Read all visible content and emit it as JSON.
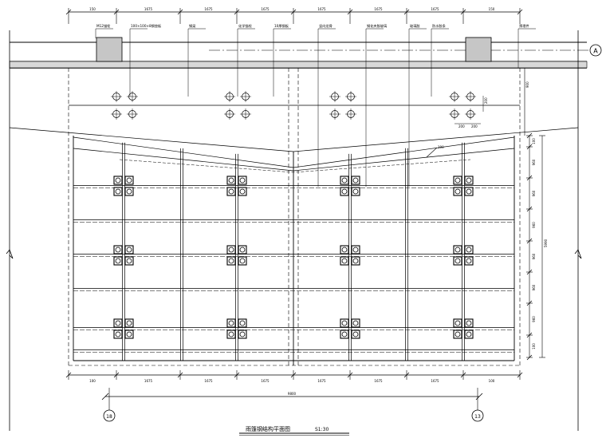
{
  "drawing": {
    "title": "雨篷钢结构平面图",
    "scale": "S1:30",
    "grid_axes": {
      "right": "A",
      "bottom_left": "18",
      "bottom_right": "13"
    },
    "top_dimensions": [
      "150",
      "1675",
      "1675",
      "1675",
      "1675",
      "1675",
      "1675",
      "150"
    ],
    "bottom_dimensions": [
      "100",
      "1675",
      "1675",
      "1675",
      "1675",
      "1675",
      "1675",
      "100"
    ],
    "bottom_overall": "9800",
    "right_dimensions": [
      "100",
      "960",
      "960",
      "960",
      "960",
      "960",
      "960",
      "100"
    ],
    "right_overall": "5990",
    "right_top_dimension": "900",
    "callouts": [
      "M12锚栓",
      "100×100×8钢垫板",
      "钢梁",
      "化学锚栓",
      "10厚钢板",
      "竖向龙骨",
      "钢化夹胶玻璃",
      "玻璃胶",
      "防水胶条",
      "预埋件"
    ],
    "bolt_dims": {
      "spacing_a": "200",
      "spacing_b": "200",
      "vertical": "200"
    },
    "slope_label": "100"
  }
}
